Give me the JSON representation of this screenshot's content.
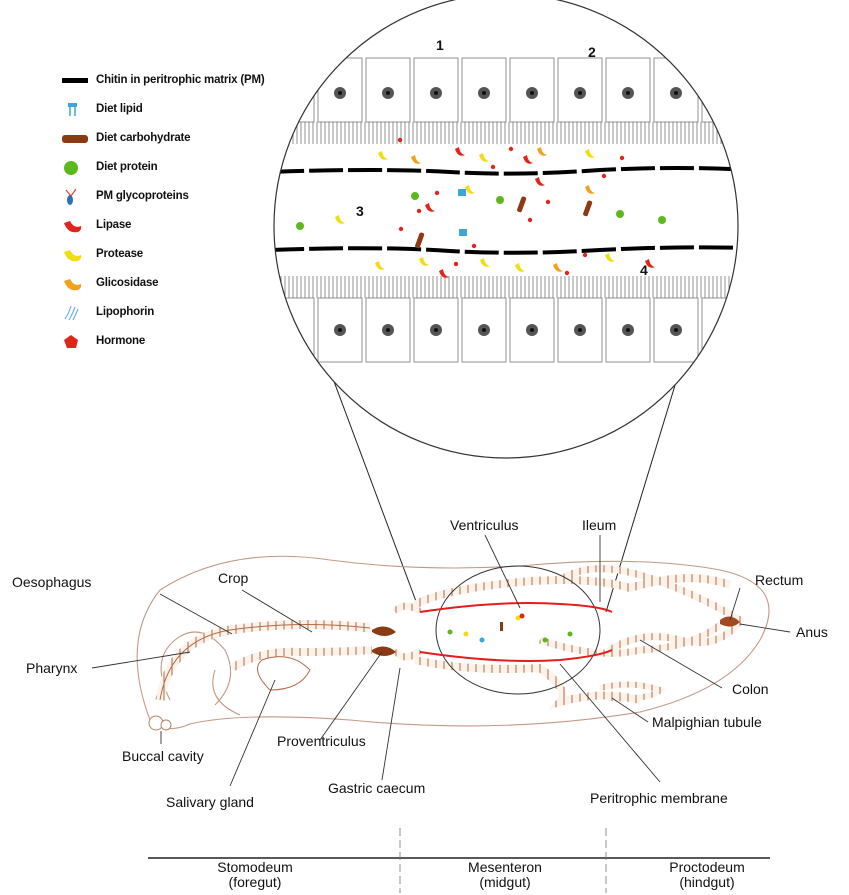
{
  "legend": [
    {
      "key": "chitin",
      "label": "Chitin in peritrophic matrix (PM)",
      "icon": "black-bar-icon",
      "color": "#000000"
    },
    {
      "key": "lipid",
      "label": "Diet lipid",
      "icon": "lipid-molecule-icon",
      "color": "#3aa7d8"
    },
    {
      "key": "carb",
      "label": "Diet carbohydrate",
      "icon": "carbohydrate-bar-icon",
      "color": "#8b3a14"
    },
    {
      "key": "protein",
      "label": "Diet protein",
      "icon": "green-dot-icon",
      "color": "#5cb81c"
    },
    {
      "key": "glyco",
      "label": "PM glycoproteins",
      "icon": "glycoprotein-icon",
      "color": "#2b6fb5"
    },
    {
      "key": "lipase",
      "label": "Lipase",
      "icon": "red-crescent-icon",
      "color": "#e0261b"
    },
    {
      "key": "protease",
      "label": "Protease",
      "icon": "yellow-crescent-icon",
      "color": "#f2dd12"
    },
    {
      "key": "glicosidase",
      "label": "Glicosidase",
      "icon": "orange-crescent-icon",
      "color": "#f0a11d"
    },
    {
      "key": "lipophorin",
      "label": "Lipophorin",
      "icon": "lipophorin-strands-icon",
      "color": "#6fb4e0"
    },
    {
      "key": "hormone",
      "label": "Hormone",
      "icon": "red-pentagon-icon",
      "color": "#e0261b"
    }
  ],
  "inset_numbers": [
    "1",
    "2",
    "3",
    "4"
  ],
  "labels": {
    "ventriculus": "Ventriculus",
    "ileum": "Ileum",
    "rectum": "Rectum",
    "oesophagus": "Oesophagus",
    "crop": "Crop",
    "anus": "Anus",
    "pharynx": "Pharynx",
    "colon": "Colon",
    "malpighian": "Malpighian tubule",
    "buccal": "Buccal cavity",
    "proventriculus": "Proventriculus",
    "salivary": "Salivary gland",
    "gastric": "Gastric caecum",
    "peritrophic": "Peritrophic membrane"
  },
  "regions": [
    {
      "name": "Stomodeum",
      "sub": "(foregut)"
    },
    {
      "name": "Mesenteron",
      "sub": "(midgut)"
    },
    {
      "name": "Proctodeum",
      "sub": "(hindgut)"
    }
  ]
}
